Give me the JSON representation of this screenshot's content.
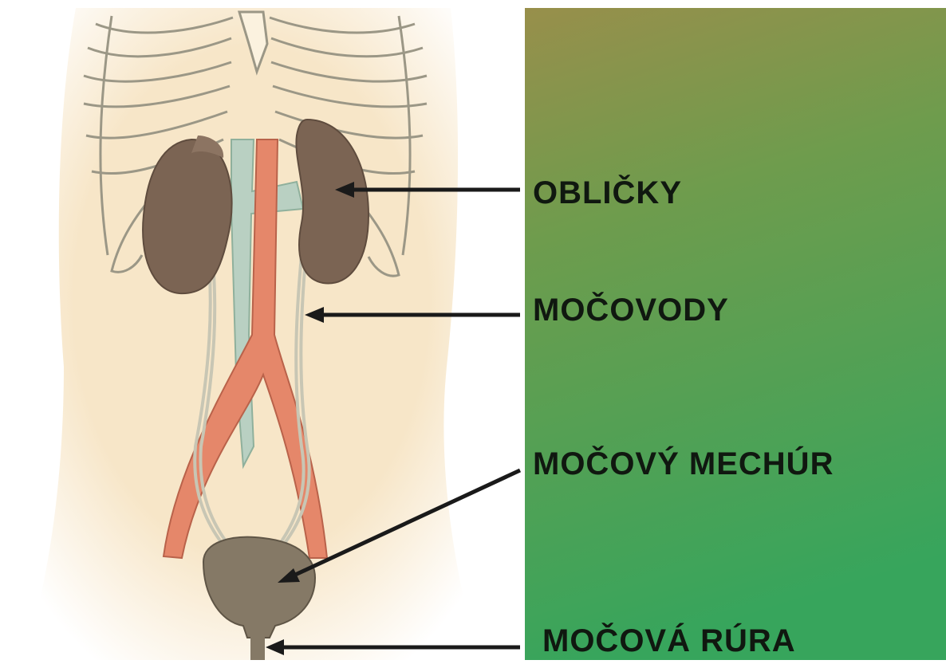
{
  "labels": {
    "kidneys": "OBLIČKY",
    "ureters": "MOČOVODY",
    "bladder": "MOČOVÝ MECHÚR",
    "urethra": "MOČOVÁ RÚRA"
  },
  "colors": {
    "skin": "#f7e6c8",
    "outline": "#9b9786",
    "kidney": "#7b6453",
    "bladder": "#857966",
    "aorta": "#e5876a",
    "vena_cava": "#b9d0c2",
    "panel_top": "#988f4b",
    "panel_bottom": "#3aa35b",
    "arrow": "#1a1a1a"
  },
  "icons": {
    "ribcage": "ribcage-icon",
    "kidney": "kidney-icon",
    "bladder": "bladder-icon"
  }
}
